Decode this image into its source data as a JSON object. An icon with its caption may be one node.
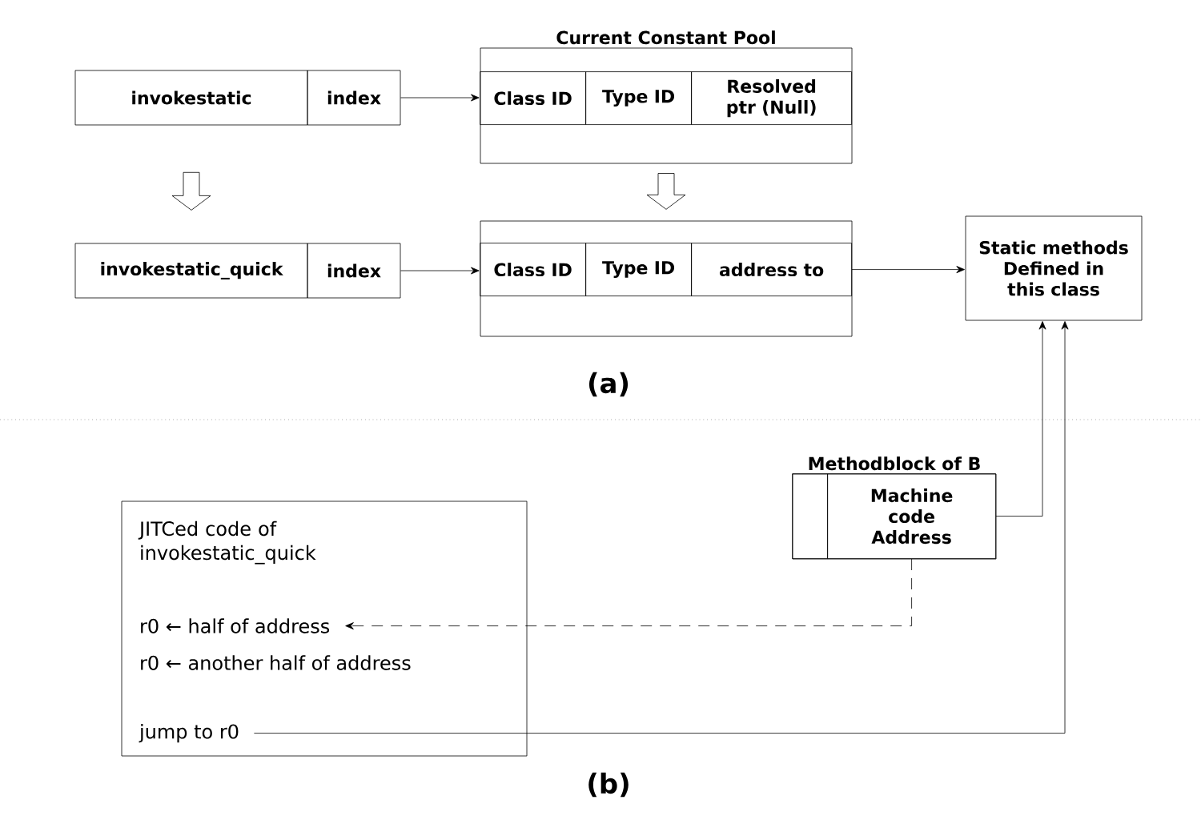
{
  "diagram": {
    "nodes": [
      {
        "text": [
          "invokestatic"
        ]
      },
      {
        "text": [
          "index"
        ]
      },
      {
        "text": [
          "Current Constant Pool"
        ]
      },
      {
        "text": [
          "Class ID"
        ],
        "in": 2
      },
      {
        "text": [
          "Type ID"
        ],
        "in": 2
      },
      {
        "text": [
          "Resolved ptr (Null)"
        ],
        "in": 2
      },
      {
        "text": [
          "invokestatic_quick"
        ]
      },
      {
        "text": [
          "index"
        ]
      },
      {
        "text": [],
        "shape": "box"
      },
      {
        "text": [
          "Class ID"
        ],
        "in": 8
      },
      {
        "text": [
          "Type ID"
        ],
        "in": 8
      },
      {
        "text": [
          "address to"
        ],
        "in": 8
      },
      {
        "text": [
          "Static methods Defined in this class"
        ]
      },
      {
        "text": [
          "Methodblock of B"
        ]
      },
      {
        "text": [],
        "shape": "box",
        "in": 13
      },
      {
        "text": [
          "Machine code Address"
        ],
        "in": 13
      },
      {
        "text": [],
        "shape": "box"
      },
      {
        "text": [
          "JITCed code of invokestatic_quick"
        ],
        "in": 16
      },
      {
        "text": [
          "r0 ← half of address"
        ],
        "in": 16
      },
      {
        "text": [
          "r0 ← another half of address"
        ],
        "in": 16
      },
      {
        "text": [
          "jump to r0"
        ],
        "in": 16
      }
    ],
    "edges": [
      {
        "from": 1,
        "to": 3,
        "arrow": "to"
      },
      {
        "from": 7,
        "to": 9,
        "arrow": "to"
      },
      {
        "from": 11,
        "to": 12,
        "arrow": "to"
      },
      {
        "from": 15,
        "to": 12,
        "arrow": "to"
      },
      {
        "from": 20,
        "to": 12,
        "arrow": "to"
      },
      {
        "from": 15,
        "to": 18,
        "arrow": "to",
        "style": "dashed"
      },
      {
        "from": 0,
        "to": 6,
        "arrow": "to"
      },
      {
        "from": 2,
        "to": 8,
        "arrow": "to"
      }
    ],
    "labels": [
      "(a)",
      "(b)"
    ]
  }
}
